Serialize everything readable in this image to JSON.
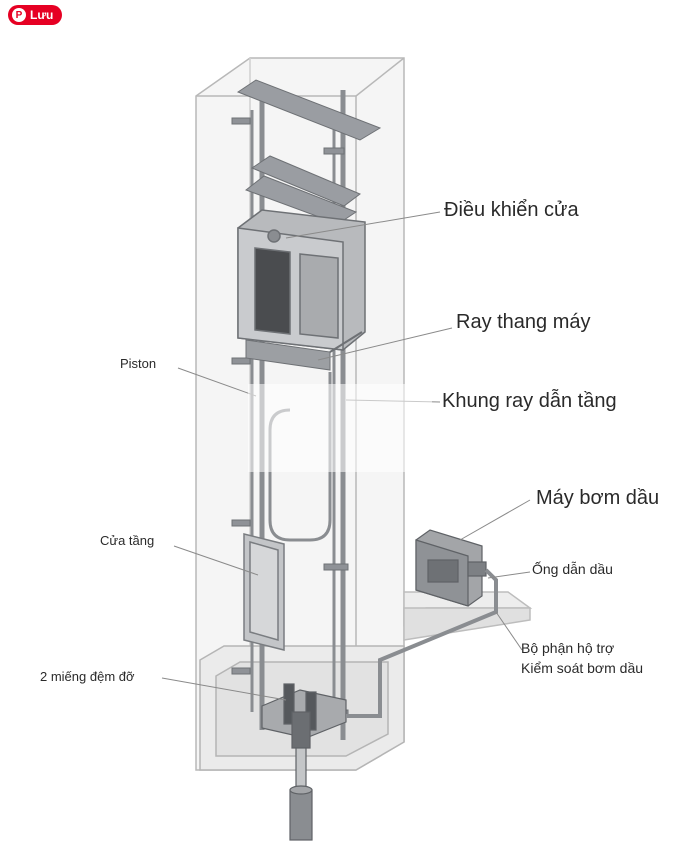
{
  "save_button": {
    "label": "Lưu",
    "icon": "pinterest-icon"
  },
  "labels": {
    "door_control": "Điều khiển cửa",
    "elevator_rail": "Ray thang máy",
    "piston": "Piston",
    "floor_guide_frame": "Khung ray dẫn tầng",
    "oil_pump": "Máy bơm dầu",
    "floor_door": "Cửa tầng",
    "oil_pipe": "Ống dẫn dầu",
    "pump_control_line1": "Bộ phận hộ trợ",
    "pump_control_line2": "Kiểm soát bơm dầu",
    "buffer_pads": "2 miếng đệm đỡ"
  },
  "colors": {
    "brand_red": "#e60023",
    "structure": "#8a8d91",
    "shaft": "#d8d8d8"
  }
}
